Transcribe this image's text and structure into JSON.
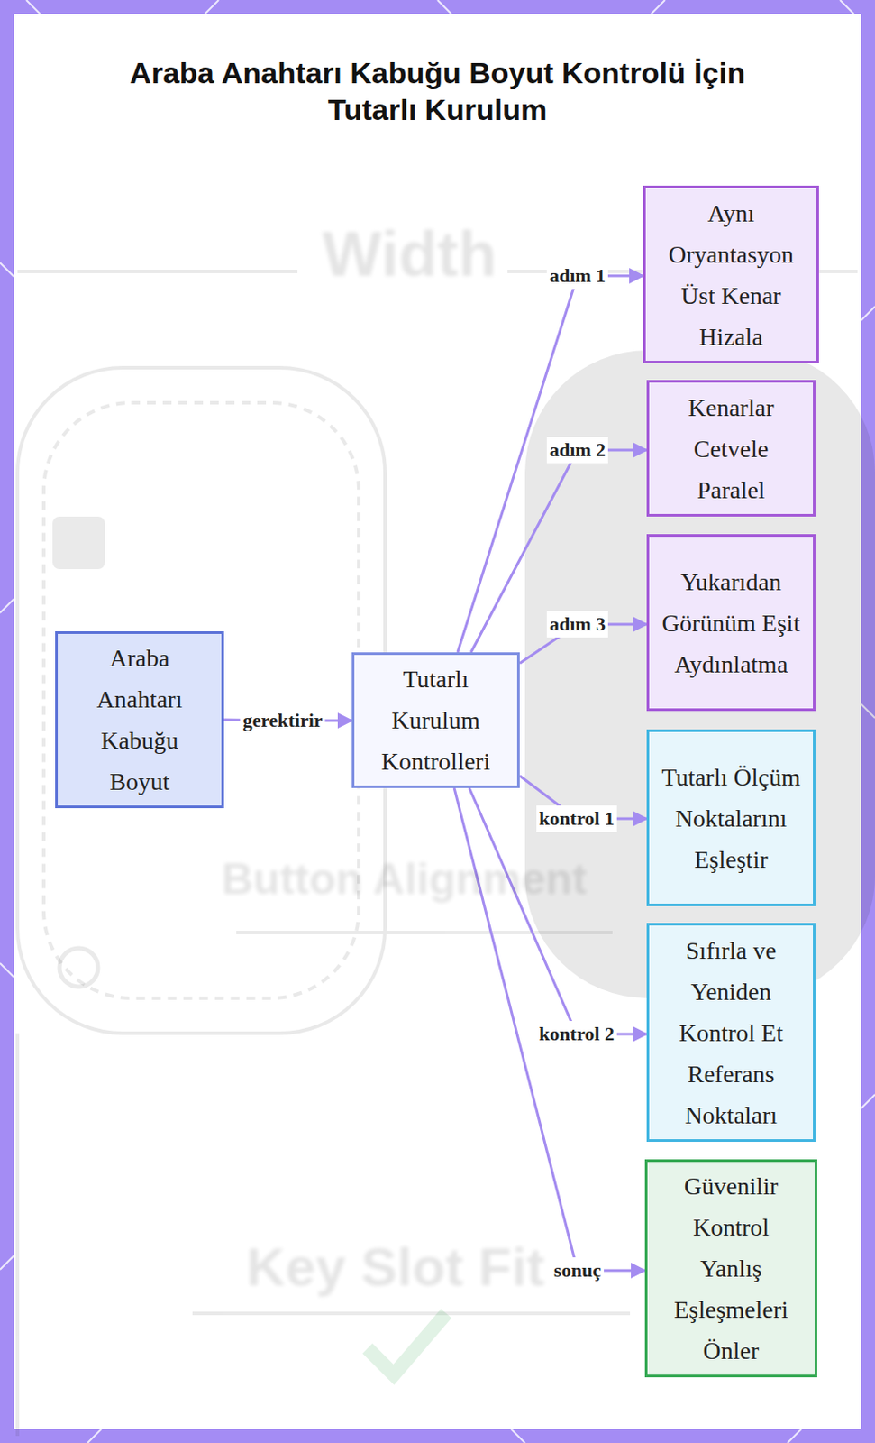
{
  "diagram": {
    "title": "Araba Anahtarı Kabuğu Boyut Kontrolü İçin Tutarlı Kurulum",
    "nodes": [
      {
        "text": [
          "Araba Anahtarı Kabuğu Boyut"
        ]
      },
      {
        "text": [
          "Tutarlı Kurulum Kontrolleri"
        ]
      },
      {
        "text": [
          "Aynı Oryantasyon Üst Kenar Hizala"
        ]
      },
      {
        "text": [
          "Kenarlar Cetvele Paralel"
        ]
      },
      {
        "text": [
          "Yukarıdan Görünüm Eşit Aydınlatma"
        ]
      },
      {
        "text": [
          "Tutarlı Ölçüm Noktalarını Eşleştir"
        ]
      },
      {
        "text": [
          "Sıfırla ve Yeniden Kontrol Et Referans Noktaları"
        ]
      },
      {
        "text": [
          "Güvenilir Kontrol Yanlış Eşleşmeleri Önler"
        ]
      }
    ],
    "edges": [
      {
        "from": 0,
        "to": 1,
        "label": "gerektirir",
        "arrow": "to"
      },
      {
        "from": 1,
        "to": 2,
        "label": "adım 1",
        "arrow": "to"
      },
      {
        "from": 1,
        "to": 3,
        "label": "adım 2",
        "arrow": "to"
      },
      {
        "from": 1,
        "to": 4,
        "label": "adım 3",
        "arrow": "to"
      },
      {
        "from": 1,
        "to": 5,
        "label": "kontrol 1",
        "arrow": "to"
      },
      {
        "from": 1,
        "to": 6,
        "label": "kontrol 2",
        "arrow": "to"
      },
      {
        "from": 1,
        "to": 7,
        "label": "sonuç",
        "arrow": "to"
      }
    ],
    "labels": [
      "Width",
      "Button Alignment",
      "Key Slot Fit"
    ]
  }
}
